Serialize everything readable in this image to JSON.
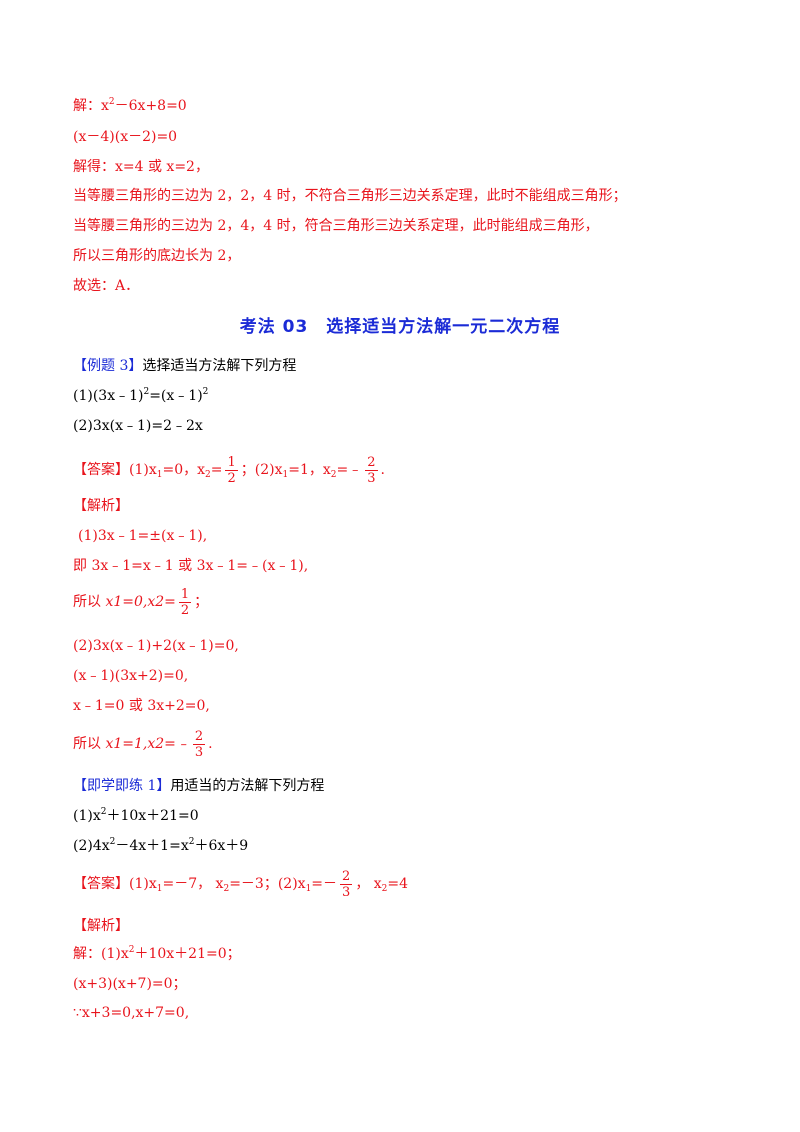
{
  "part1": {
    "l1": "解：x",
    "l1_sup": "2",
    "l1_rest": "－6x+8=0",
    "l2": "(x－4)(x－2)=0",
    "l3": "解得：x=4 或 x=2，",
    "l4": "当等腰三角形的三边为 2，2，4 时，不符合三角形三边关系定理，此时不能组成三角形；",
    "l5": "当等腰三角形的三边为 2，4，4 时，符合三角形三边关系定理，此时能组成三角形，",
    "l6": "所以三角形的底边长为 2，",
    "l7": "故选：A．"
  },
  "section_title": "考法 03　选择适当方法解一元二次方程",
  "example3": {
    "tag": "【例题 3】",
    "prompt": "选择适当方法解下列方程",
    "eq1": {
      "a": "(1)(3x﹣1)",
      "a_sup": "2",
      "b": "=(x﹣1)",
      "b_sup": "2"
    },
    "eq2": "(2)3x(x﹣1)=2﹣2x",
    "answer_tag": "【答案】",
    "answer": {
      "p1": "(1)x",
      "s1": "1",
      "p2": "=0，x",
      "s2": "2",
      "p3": "=",
      "f1_num": "1",
      "f1_den": "2",
      "p4": "；(2)x",
      "s3": "1",
      "p5": "=1，x",
      "s4": "2",
      "p6": "=﹣",
      "f2_num": "2",
      "f2_den": "3",
      "p7": "."
    },
    "analysis_tag": "【解析】",
    "a1": "(1)3x﹣1=±(x﹣1),",
    "a2": "即 3x﹣1=x﹣1 或 3x﹣1=﹣(x﹣1),",
    "a3": {
      "pre": "所以 ",
      "v": "x1=0,x2=",
      "f_num": "1",
      "f_den": "2",
      "post": "；"
    },
    "a4": "(2)3x(x﹣1)+2(x﹣1)=0,",
    "a5": "(x﹣1)(3x+2)=0,",
    "a6": "x﹣1=0 或 3x+2=0,",
    "a7": {
      "pre": "所以 ",
      "v": "x1=1,x2=﹣",
      "f_num": "2",
      "f_den": "3",
      "post": "."
    }
  },
  "practice1": {
    "tag": "【即学即练 1】",
    "prompt": "用适当的方法解下列方程",
    "eq1": {
      "a": "(1)x",
      "a_sup": "2",
      "b": "＋10x＋21=0"
    },
    "eq2": {
      "a": "(2)4x",
      "a_sup": "2",
      "b": "－4x＋1=x",
      "b_sup": "2",
      "c": "＋6x＋9"
    },
    "answer_tag": "【答案】",
    "answer": {
      "p1": "(1)x",
      "s1": "1",
      "p2": "=－7，  x",
      "s2": "2",
      "p3": "=－3；(2)x",
      "s3": "1",
      "p4": "=－",
      "f_num": "2",
      "f_den": "3",
      "p5": "，  x",
      "s4": "2",
      "p6": "=4"
    },
    "analysis_tag": "【解析】",
    "b1": {
      "a": "解：(1)x",
      "a_sup": "2",
      "b": "＋10x＋21=0；"
    },
    "b2": "(x+3)(x+7)=0；",
    "b3": "∵x+3=0,x+7=0,"
  }
}
